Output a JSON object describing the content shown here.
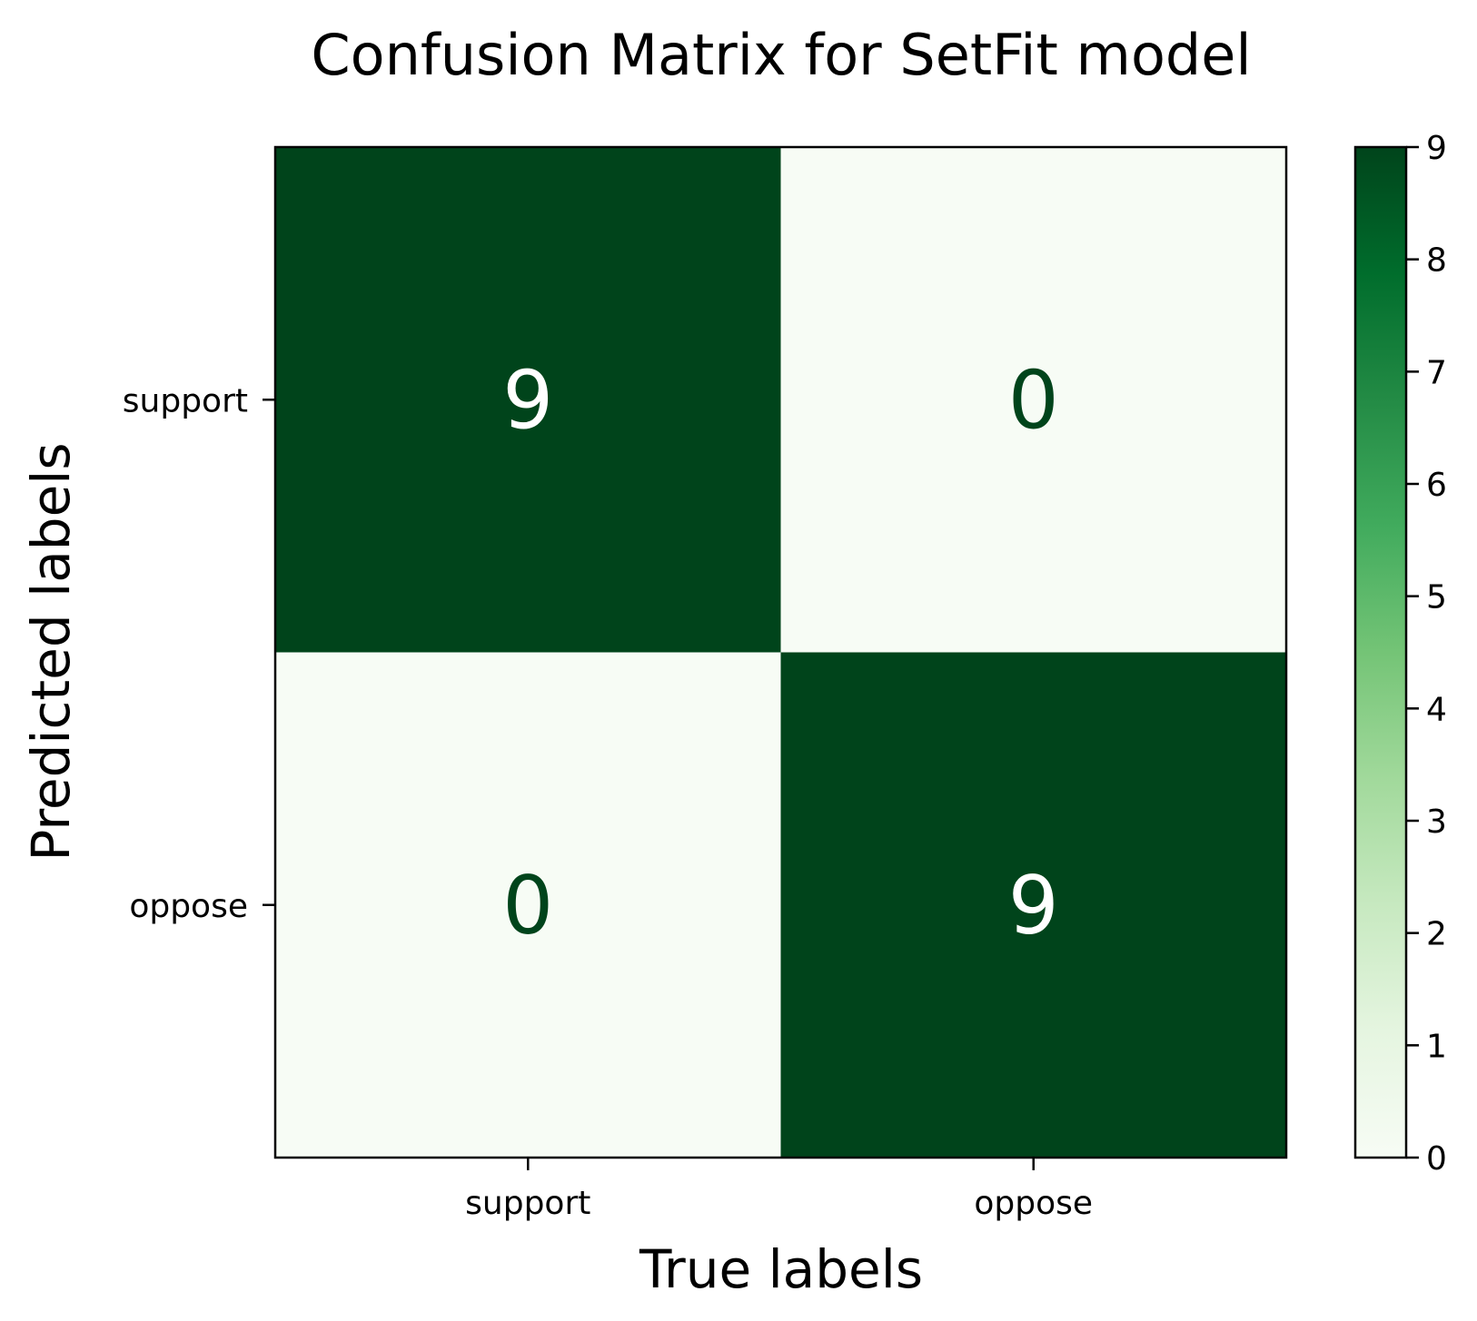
{
  "chart_data": {
    "type": "heatmap",
    "title": "Confusion Matrix for SetFit model",
    "xlabel": "True labels",
    "ylabel": "Predicted labels",
    "x_categories": [
      "support",
      "oppose"
    ],
    "y_categories": [
      "support",
      "oppose"
    ],
    "matrix": [
      [
        9,
        0
      ],
      [
        0,
        9
      ]
    ],
    "colorbar": {
      "min": 0,
      "max": 9,
      "ticks": [
        0,
        1,
        2,
        3,
        4,
        5,
        6,
        7,
        8,
        9
      ],
      "colormap": "Greens"
    },
    "colors": {
      "low": "#f7fcf5",
      "high": "#00441b",
      "text_on_dark": "#ffffff",
      "text_on_light": "#00441b"
    }
  }
}
